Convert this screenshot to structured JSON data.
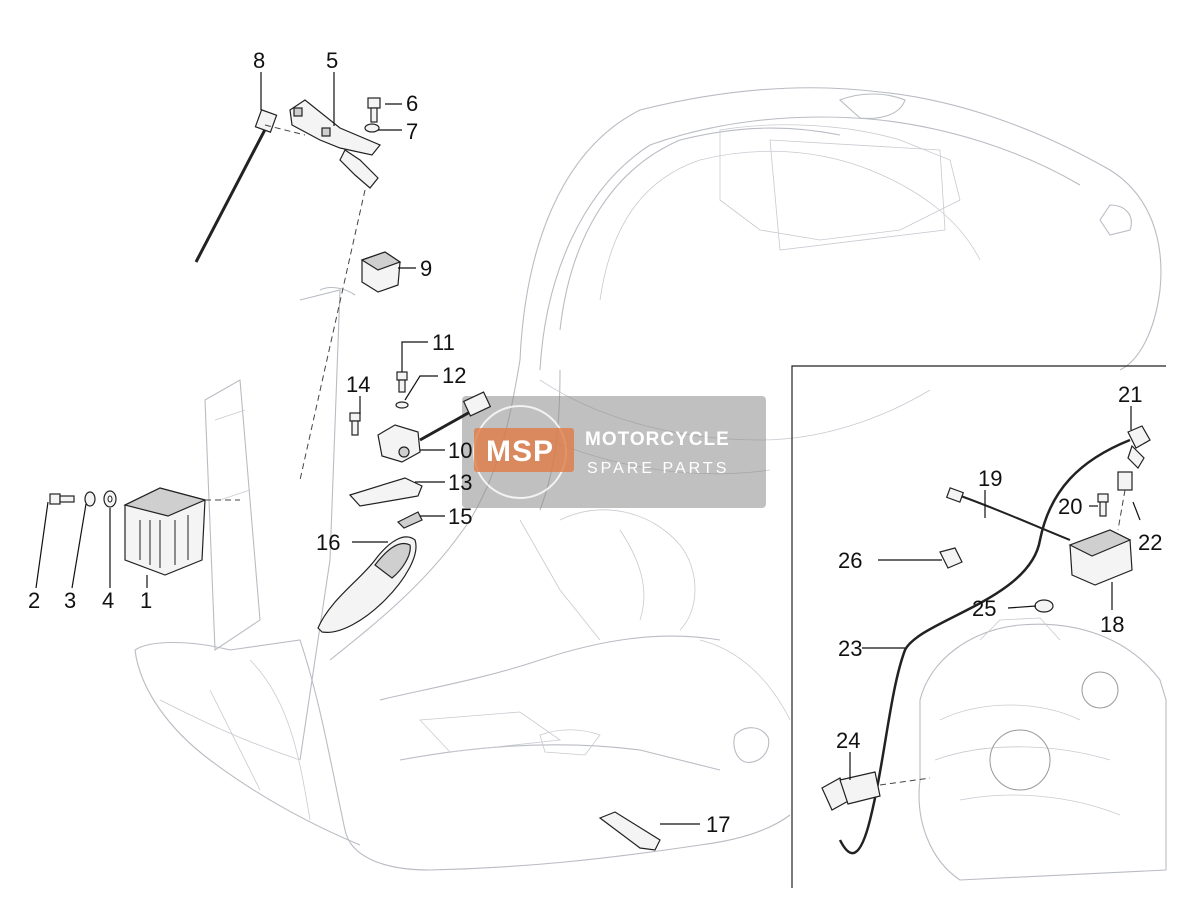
{
  "watermark": {
    "logo_text": "MSP",
    "title": "MOTORCYCLE",
    "subtitle": "SPARE PARTS"
  },
  "callouts": {
    "c1": "1",
    "c2": "2",
    "c3": "3",
    "c4": "4",
    "c5": "5",
    "c6": "6",
    "c7": "7",
    "c8": "8",
    "c9": "9",
    "c10": "10",
    "c11": "11",
    "c12": "12",
    "c13": "13",
    "c14": "14",
    "c15": "15",
    "c16": "16",
    "c17": "17",
    "c18": "18",
    "c19": "19",
    "c20": "20",
    "c21": "21",
    "c22": "22",
    "c23": "23",
    "c24": "24",
    "c25": "25",
    "c26": "26"
  },
  "colors": {
    "line": "#111111",
    "body_outline": "#b9bcc3",
    "watermark_bg": "#8c8c8c",
    "watermark_logo": "#e07a45"
  }
}
